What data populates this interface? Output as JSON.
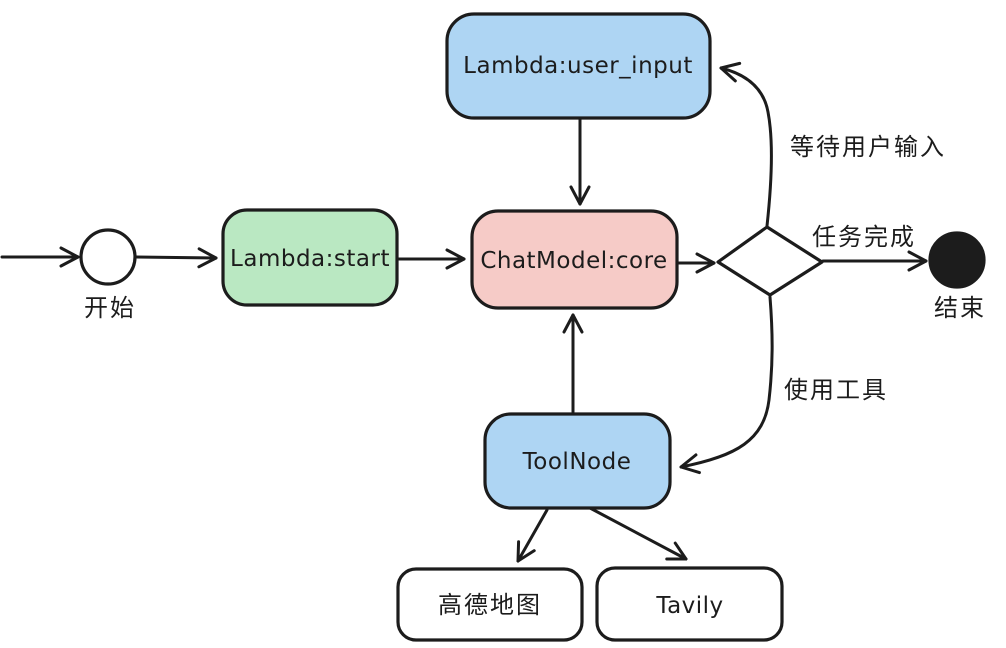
{
  "diagram": {
    "background": "#ffffff",
    "stroke": "#1c1c1c",
    "nodes": {
      "start": {
        "label": "开始",
        "fill": "#ffffff",
        "shape": "circle"
      },
      "lambda_start": {
        "label": "Lambda:start",
        "fill": "#bae8c2",
        "shape": "rounded-rect"
      },
      "chat_model": {
        "label": "ChatModel:core",
        "fill": "#f6cbc7",
        "shape": "rounded-rect"
      },
      "lambda_user_input": {
        "label": "Lambda:user_input",
        "fill": "#aed5f3",
        "shape": "rounded-rect"
      },
      "tool_node": {
        "label": "ToolNode",
        "fill": "#aed5f3",
        "shape": "rounded-rect"
      },
      "decision": {
        "label": "",
        "fill": "#ffffff",
        "shape": "diamond"
      },
      "end": {
        "label": "结束",
        "fill": "#1c1c1c",
        "shape": "filled-circle"
      },
      "gaode_map": {
        "label": "高德地图",
        "fill": "#ffffff",
        "shape": "rounded-rect"
      },
      "tavily": {
        "label": "Tavily",
        "fill": "#ffffff",
        "shape": "rounded-rect"
      }
    },
    "edge_labels": {
      "wait_user_input": "等待用户输入",
      "task_complete": "任务完成",
      "use_tools": "使用工具"
    }
  }
}
